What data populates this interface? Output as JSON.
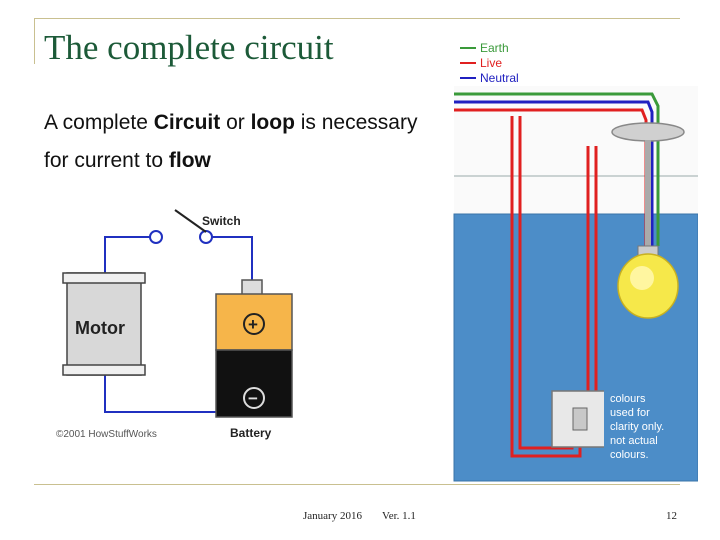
{
  "slide": {
    "title": "The complete circuit",
    "body_1": "A complete ",
    "body_2": "Circuit",
    "body_3": " or ",
    "body_4": "loop",
    "body_5": " is necessary for current to ",
    "body_6": "flow"
  },
  "circuit_figure": {
    "switch_label": "Switch",
    "motor_label": "Motor",
    "battery_label": "Battery",
    "copyright": "©2001 HowStuffWorks",
    "plus_sign": "+",
    "minus_sign": "−"
  },
  "house_figure": {
    "legend": [
      "Earth",
      "Live",
      "Neutral"
    ],
    "legend_colors": [
      "#3a9a3a",
      "#e02020",
      "#2020c0"
    ],
    "note_lines": [
      "colours",
      "used for",
      "clarity only.",
      "not actual",
      "colours."
    ]
  },
  "footer": {
    "date": "January 2016",
    "version": "Ver. 1.1",
    "page": "12"
  }
}
